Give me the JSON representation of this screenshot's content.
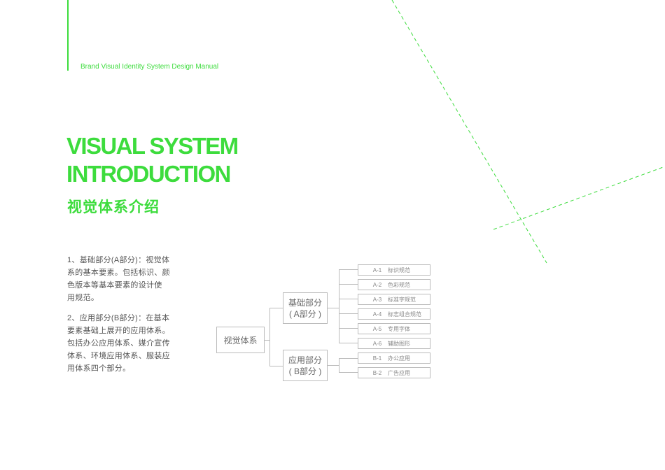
{
  "header": "Brand Visual Identity System Design Manual",
  "title_lines": [
    "VISUAL SYSTEM",
    "INTRODUCTION"
  ],
  "subtitle": "视觉体系介绍",
  "body": {
    "p1": [
      "1、基础部分(A部分)：视觉体",
      "系的基本要素。包括标识、颜",
      "色版本等基本要素的设计使",
      "用规范。"
    ],
    "p2": [
      "2、应用部分(B部分)：在基本",
      "要素基础上展开的应用体系。",
      "包括办公应用体系、媒介宣传",
      "体系、环境应用体系、服装应",
      "用体系四个部分。"
    ]
  },
  "diagram": {
    "root": "视觉体系",
    "a": {
      "line1": "基础部分",
      "line2": "( A部分 )"
    },
    "b": {
      "line1": "应用部分",
      "line2": "( B部分 )"
    },
    "a_items": [
      {
        "code": "A-1",
        "label": "标识规范"
      },
      {
        "code": "A-2",
        "label": "色彩规范"
      },
      {
        "code": "A-3",
        "label": "标准字规范"
      },
      {
        "code": "A-4",
        "label": "标志组合规范"
      },
      {
        "code": "A-5",
        "label": "专用字体"
      },
      {
        "code": "A-6",
        "label": "辅助图形"
      }
    ],
    "b_items": [
      {
        "code": "B-1",
        "label": "办公应用"
      },
      {
        "code": "B-2",
        "label": "广告应用"
      }
    ]
  },
  "colors": {
    "accent": "#3ddc3d",
    "line": "#bbbbbb",
    "text": "#555555"
  }
}
